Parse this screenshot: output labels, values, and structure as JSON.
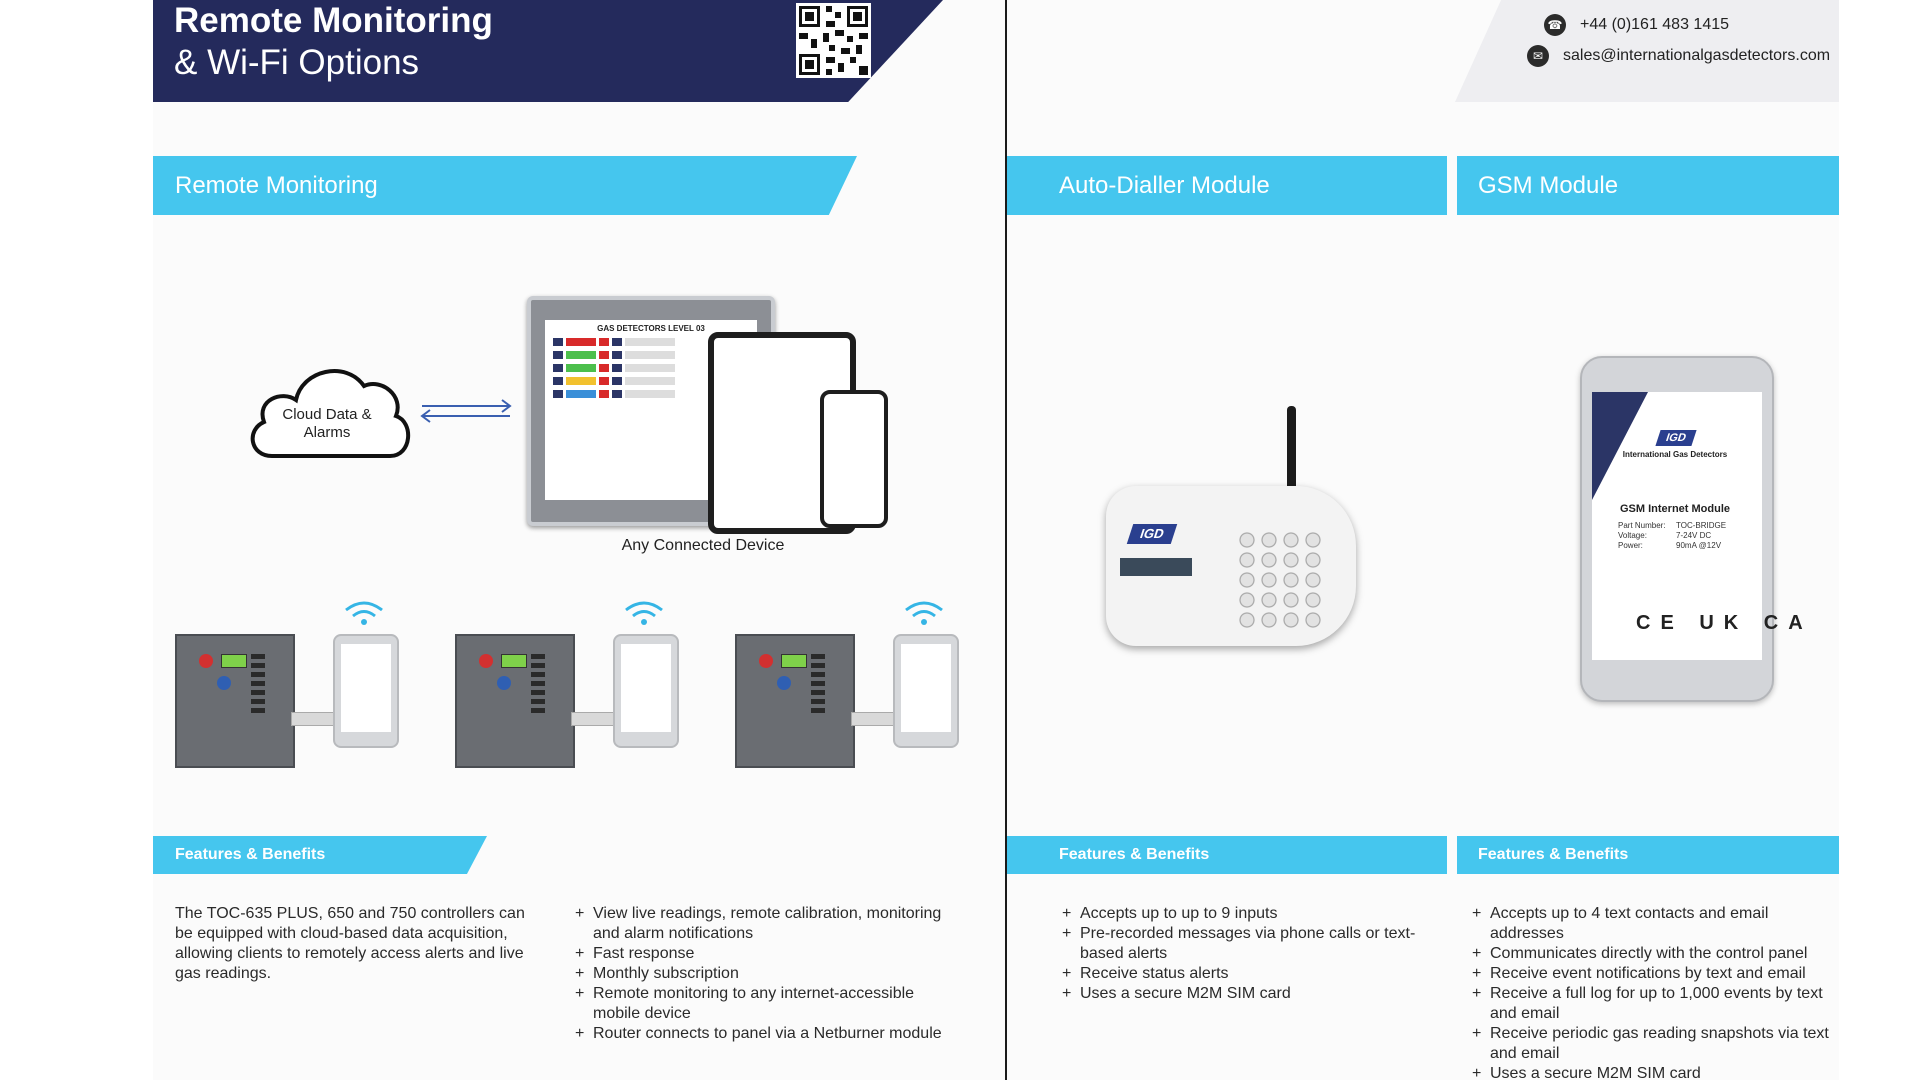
{
  "header": {
    "title_line1": "Remote Monitoring",
    "title_line2": "& Wi-Fi Options"
  },
  "contact": {
    "phone": "+44 (0)161 483 1415",
    "email": "sales@internationalgasdetectors.com",
    "phone_icon": "phone-icon",
    "email_icon": "envelope-icon"
  },
  "sections": {
    "remote_monitoring": "Remote Monitoring",
    "auto_dialler": "Auto-Dialler Module",
    "gsm": "GSM Module"
  },
  "diagram": {
    "cloud_label": "Cloud Data & Alarms",
    "device_caption": "Any Connected Device",
    "monitor_heading": "GAS DETECTORS LEVEL 03"
  },
  "products": {
    "dialler_logo": "IGD",
    "gsm_logo": "IGD",
    "gsm_company": "International Gas Detectors",
    "gsm_title": "GSM Internet Module",
    "gsm_specs": [
      {
        "key": "Part Number:",
        "value": "TOC-BRIDGE"
      },
      {
        "key": "Voltage:",
        "value": "7-24V DC"
      },
      {
        "key": "Power:",
        "value": "90mA @12V"
      }
    ],
    "gsm_marks": "CE UK CA"
  },
  "features": {
    "heading": "Features & Benefits",
    "remote_intro": "The TOC-635 PLUS, 650 and 750 controllers can be equipped with cloud-based data acquisition, allowing clients to remotely access alerts and live gas readings.",
    "remote_list": [
      "View live readings, remote calibration, monitoring and alarm notifications",
      "Fast response",
      "Monthly subscription",
      "Remote monitoring to any internet-accessible mobile device",
      "Router connects to panel via a Netburner module"
    ],
    "dialler_list": [
      "Accepts up to up to 9 inputs",
      "Pre-recorded messages via phone calls or text-based alerts",
      "Receive status alerts",
      "Uses a secure M2M SIM card"
    ],
    "gsm_list": [
      "Accepts up to 4 text contacts and email addresses",
      "Communicates directly with the control panel",
      "Receive event notifications by text and email",
      "Receive a full log for up to 1,000 events by text and email",
      "Receive periodic gas reading snapshots via text and email",
      "Uses a secure M2M SIM card"
    ]
  },
  "colors": {
    "navy": "#242a5c",
    "cyan": "#45c6ee"
  }
}
